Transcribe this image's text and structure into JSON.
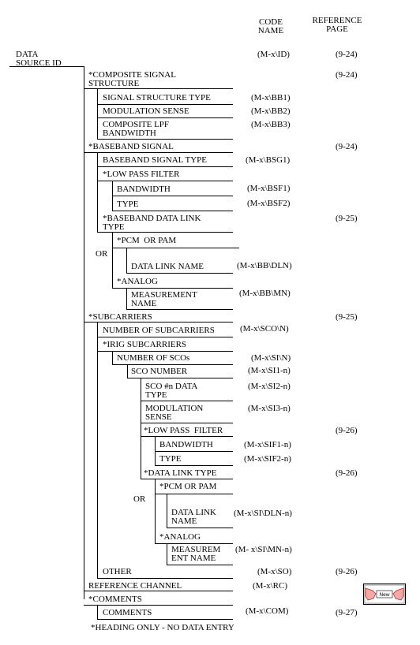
{
  "header": {
    "code_name": "CODE NAME",
    "reference_page": "REFERENCE PAGE"
  },
  "rows": {
    "data_source_id": {
      "label": "DATA SOURCE ID",
      "code": "(M-x\\ID)",
      "ref": "(9-24)"
    },
    "composite_signal": {
      "label": "*COMPOSITE SIGNAL STRUCTURE",
      "ref": "(9-24)"
    },
    "signal_structure_type": {
      "label": "SIGNAL STRUCTURE TYPE",
      "code": "(M-x\\BB1)"
    },
    "modulation_sense": {
      "label": "MODULATION SENSE",
      "code": "(M-x\\BB2)"
    },
    "composite_lpf": {
      "label": "COMPOSITE LPF BANDWIDTH",
      "code": "(M-x\\BB3)"
    },
    "baseband_signal": {
      "label": "*BASEBAND SIGNAL",
      "ref": "(9-24)"
    },
    "baseband_signal_type": {
      "label": "BASEBAND SIGNAL TYPE",
      "code": "(M-x\\BSG1)"
    },
    "low_pass_filter": {
      "label": "*LOW PASS FILTER"
    },
    "bandwidth": {
      "label": "BANDWIDTH",
      "code": "(M-x\\BSF1)"
    },
    "lpf_type": {
      "label": "TYPE",
      "code": "(M-x\\BSF2)"
    },
    "bb_data_link_type": {
      "label": "*BASEBAND DATA LINK TYPE",
      "ref": "(9-25)"
    },
    "pcm_or_pam": {
      "label": "*PCM  OR PAM"
    },
    "or1": {
      "label": "OR"
    },
    "data_link_name": {
      "label": "DATA LINK NAME",
      "code": "(M-x\\BB\\DLN)"
    },
    "analog": {
      "label": "*ANALOG"
    },
    "measurement_name": {
      "label": "MEASUREMENT NAME",
      "code": "(M-x\\BB\\MN)"
    },
    "subcarriers": {
      "label": "*SUBCARRIERS",
      "ref": "(9-25)"
    },
    "num_subcarriers": {
      "label": "NUMBER OF SUBCARRIERS",
      "code": "(M-x\\SCO\\N)"
    },
    "irig_subcarriers": {
      "label": "*IRIG SUBCARRIERS"
    },
    "num_scos": {
      "label": "NUMBER OF SCOs",
      "code": "(M-x\\SI\\N)"
    },
    "sco_number": {
      "label": "SCO NUMBER",
      "code": "(M-x\\SI1-n)"
    },
    "sco_data_type": {
      "label": "SCO #n DATA TYPE",
      "code": "(M-x\\SI2-n)"
    },
    "sco_mod_sense": {
      "label": "MODULATION SENSE",
      "code": "(M-x\\SI3-n)"
    },
    "sco_lpf": {
      "label": "*LOW PASS  FILTER",
      "ref": "(9-26)"
    },
    "sco_bandwidth": {
      "label": "BANDWIDTH",
      "code": "(M-x\\SIF1-n)"
    },
    "sco_type": {
      "label": "TYPE",
      "code": "(M-x\\SIF2-n)"
    },
    "sco_data_link_type": {
      "label": "*DATA LINK TYPE",
      "ref": "(9-26)"
    },
    "sco_pcm_or_pam": {
      "label": "*PCM OR PAM"
    },
    "or2": {
      "label": "OR"
    },
    "sco_data_link_name": {
      "label": "DATA LINK NAME",
      "code": "(M-x\\SI\\DLN-n)"
    },
    "sco_analog": {
      "label": "*ANALOG"
    },
    "sco_measurement_name": {
      "label": "MEASUREM ENT NAME",
      "code": "(M- x\\SI\\MN-n)"
    },
    "other": {
      "label": "OTHER",
      "code": "(M-x\\SO)",
      "ref": "(9-26)"
    },
    "reference_channel": {
      "label": "REFERENCE CHANNEL",
      "code": "(M-x\\RC)"
    },
    "comments_heading": {
      "label": "*COMMENTS"
    },
    "comments": {
      "label": "COMMENTS",
      "code": "(M-x\\COM)",
      "ref": "(9-27)"
    }
  },
  "footnote": "*HEADING ONLY - NO DATA ENTRY",
  "new_icon": {
    "icon": "new-hands-icon",
    "text": "New"
  }
}
